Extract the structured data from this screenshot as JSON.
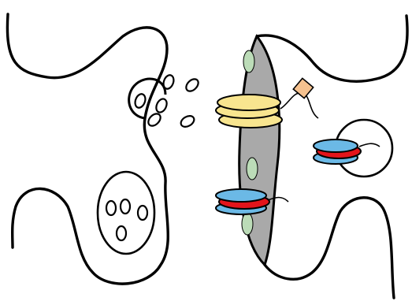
{
  "diagram": {
    "colors": {
      "outline": "#000000",
      "background": "#ffffff",
      "postsynaptic_density": "#a9a9a9",
      "density_spots": "#bcdcb8",
      "receptor_yellow": "#f8e58f",
      "receptor_blue": "#6bb9e6",
      "receptor_red": "#e3141b",
      "ligand": "#f6c28f"
    },
    "elements": [
      "presynaptic-membrane",
      "synaptic-vesicles",
      "endosome-with-vesicles",
      "postsynaptic-membrane",
      "postsynaptic-density",
      "yellow-receptor-complex",
      "ligand-square",
      "red-blue-receptor",
      "internalized-receptor-vesicle"
    ]
  }
}
